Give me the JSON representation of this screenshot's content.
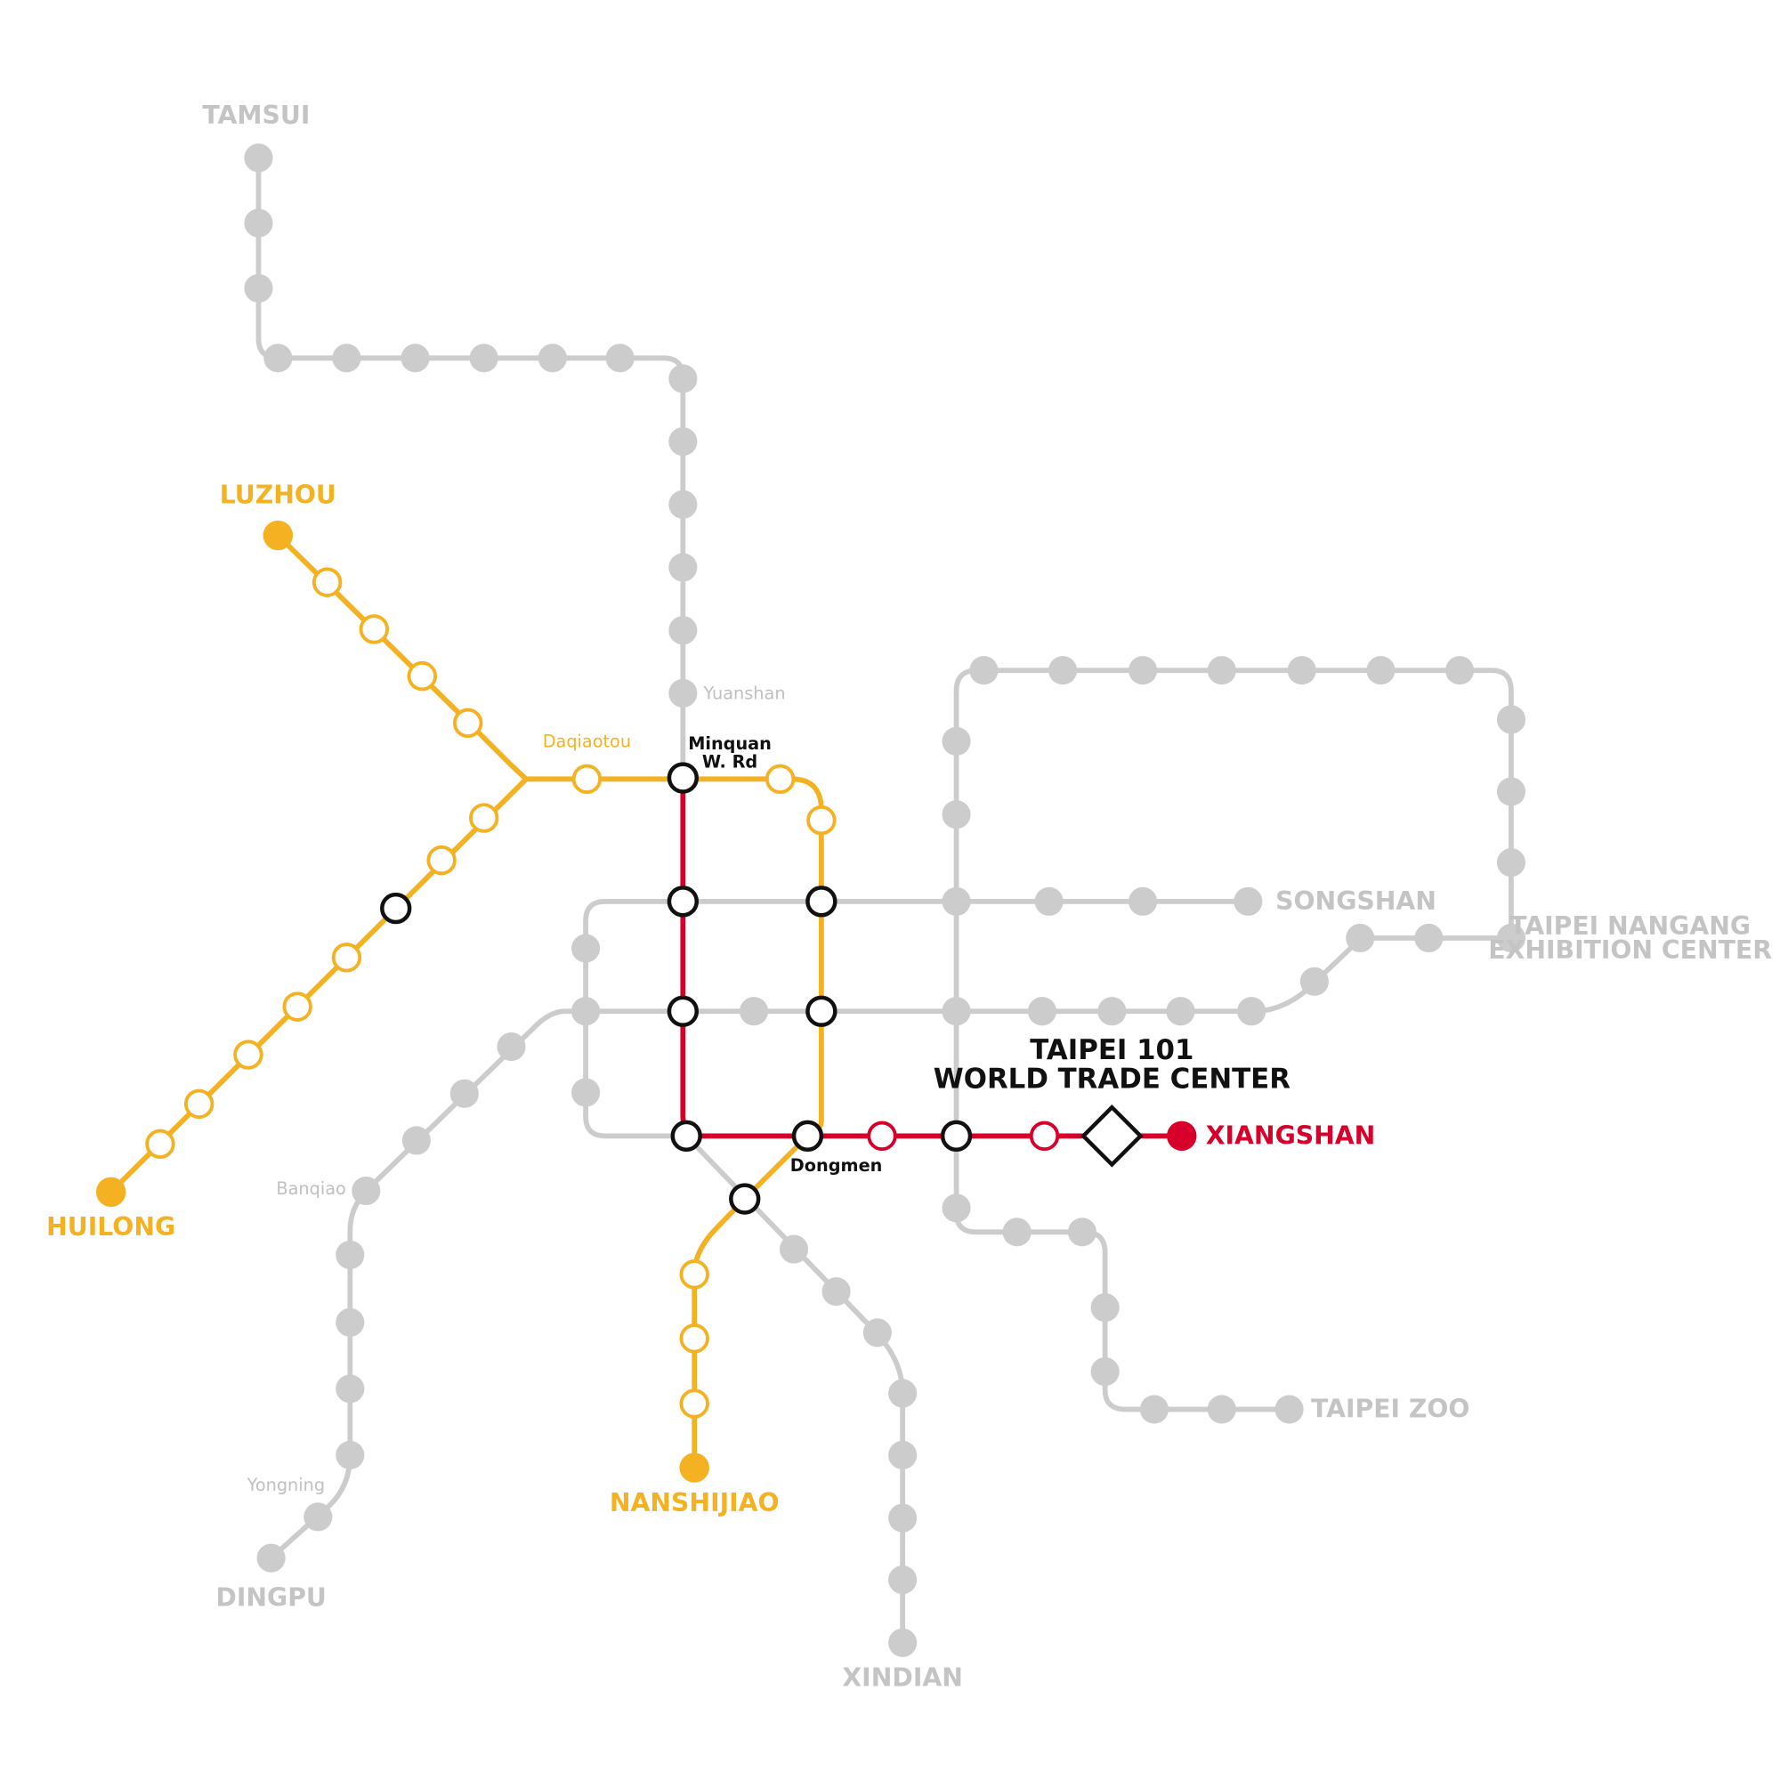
{
  "map": {
    "lines": [
      {
        "name": "circular",
        "color": "#f4b223",
        "endpoints": [
          "luzhou",
          "huilong",
          "nanshijiao"
        ]
      },
      {
        "name": "main",
        "color": "#d6002a",
        "endpoints": [
          "xiangshan"
        ]
      },
      {
        "name": "other",
        "color": "#cccccc"
      }
    ],
    "labels": {
      "tamsui": "TAMSUI",
      "luzhou": "LUZHOU",
      "huilong": "HUILONG",
      "nanshijiao": "NANSHIJIAO",
      "dingpu": "DINGPU",
      "xindian": "XINDIAN",
      "songshan": "SONGSHAN",
      "nangang_1": "TAIPEI NANGANG",
      "nangang_2": "EXHIBITION CENTER",
      "taipei_zoo": "TAIPEI ZOO",
      "xiangshan": "XIANGSHAN",
      "taipei101_1": "TAIPEI 101",
      "taipei101_2": "WORLD TRADE CENTER",
      "yuanshan": "Yuanshan",
      "daqiaotou": "Daqiaotou",
      "minquan_1": "Minquan",
      "minquan_2": "W. Rd",
      "dongmen": "Dongmen",
      "banqiao": "Banqiao",
      "yongning": "Yongning"
    },
    "highlighted_station": "taipei101_1"
  }
}
